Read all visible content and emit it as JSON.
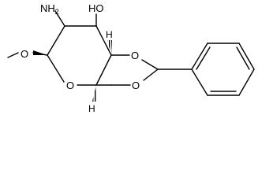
{
  "molecule": {
    "labels": {
      "nh2_main": "NH",
      "nh2_sub": "2",
      "oh": "HO",
      "o_methoxy": "O",
      "o_ring": "O",
      "o_acetal_top": "O",
      "o_acetal_bottom": "O",
      "h_top": "H",
      "h_bottom": "H"
    },
    "colors": {
      "bond": "#000000",
      "text": "#000000",
      "background": "#ffffff"
    }
  }
}
